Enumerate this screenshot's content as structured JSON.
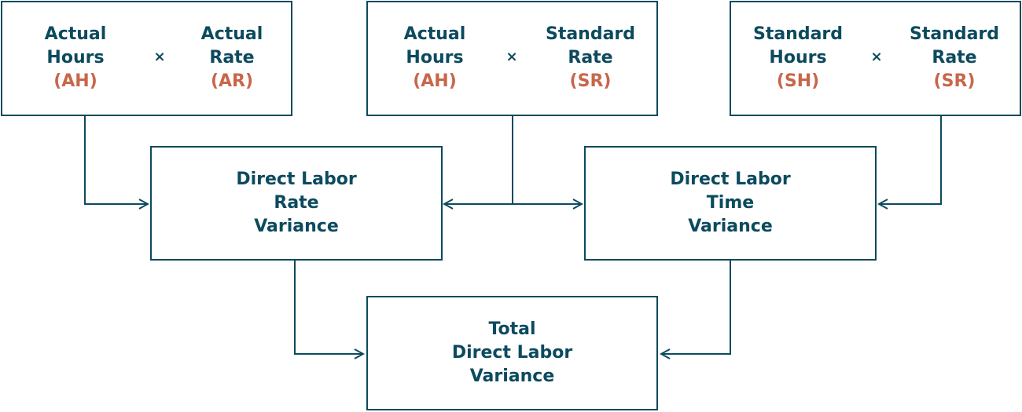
{
  "colors": {
    "navy": "#0c4a5e",
    "accent": "#c8664a",
    "background": "#ffffff"
  },
  "formula_boxes": [
    {
      "left": {
        "line1": "Actual",
        "line2": "Hours",
        "abbr": "(AH)"
      },
      "operator": "×",
      "right": {
        "line1": "Actual",
        "line2": "Rate",
        "abbr": "(AR)"
      }
    },
    {
      "left": {
        "line1": "Actual",
        "line2": "Hours",
        "abbr": "(AH)"
      },
      "operator": "×",
      "right": {
        "line1": "Standard",
        "line2": "Rate",
        "abbr": "(SR)"
      }
    },
    {
      "left": {
        "line1": "Standard",
        "line2": "Hours",
        "abbr": "(SH)"
      },
      "operator": "×",
      "right": {
        "line1": "Standard",
        "line2": "Rate",
        "abbr": "(SR)"
      }
    }
  ],
  "variances": {
    "rate": [
      "Direct Labor",
      "Rate",
      "Variance"
    ],
    "time": [
      "Direct Labor",
      "Time",
      "Variance"
    ],
    "total": [
      "Total",
      "Direct Labor",
      "Variance"
    ]
  }
}
